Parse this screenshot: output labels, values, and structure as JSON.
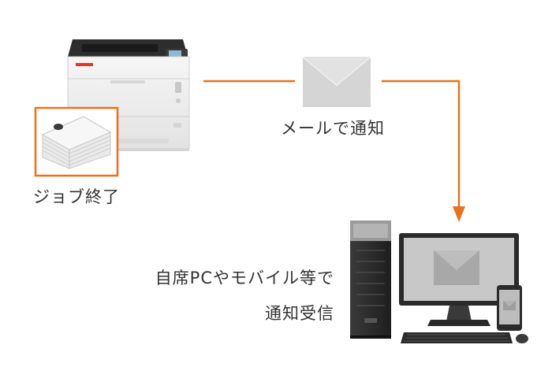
{
  "labels": {
    "notify_by_mail": "メールで通知",
    "job_done": "ジョブ終了",
    "receive_line1": "自席PCやモバイル等で",
    "receive_line2": "通知受信"
  },
  "colors": {
    "accent": "#E8731C",
    "device_body": "#EDEDED",
    "device_dark": "#2E2E2E",
    "envelope": "#D5D5D5",
    "text": "#333333"
  },
  "icons": {
    "printer": "printer-icon",
    "paper_stack": "paper-stack-icon",
    "envelope": "envelope-icon",
    "computer": "desktop-computer-icon",
    "smartphone": "smartphone-icon"
  }
}
